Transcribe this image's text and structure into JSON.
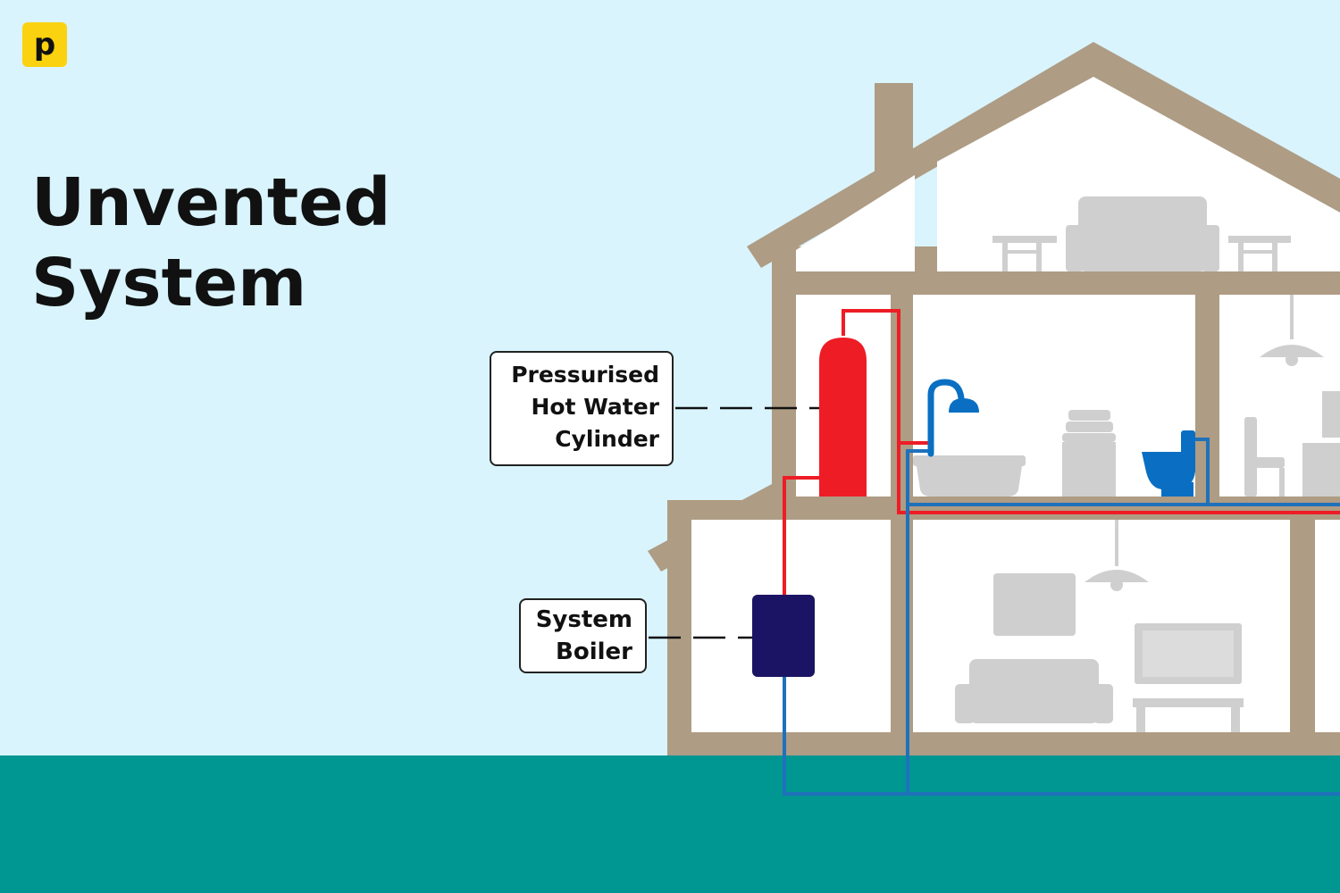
{
  "logo": {
    "letter": "p",
    "color": "#fbd20f"
  },
  "title": {
    "line1": "Unvented",
    "line2": "System"
  },
  "labels": {
    "cylinder": [
      "Pressurised",
      "Hot Water",
      "Cylinder"
    ],
    "boiler": [
      "System",
      "Boiler"
    ]
  },
  "colors": {
    "sky": "#d9f4fd",
    "ground": "#009692",
    "house_frame": "#ae9c84",
    "room": "#ffffff",
    "furniture": "#cfcfcf",
    "hot_pipe": "#ee1c25",
    "cold_pipe": "#1f71bb",
    "cylinder": "#ee1c25",
    "boiler": "#1b1464",
    "fixtures": "#0a6fc2"
  }
}
